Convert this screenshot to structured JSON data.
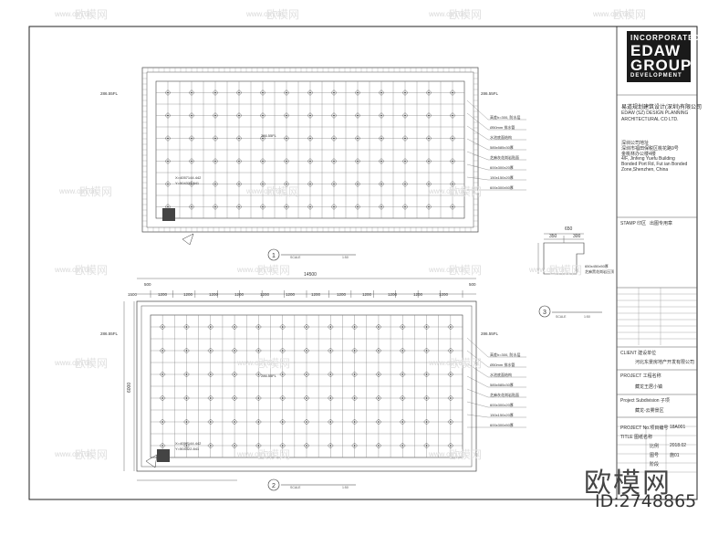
{
  "titleblock": {
    "logo_line1": "INCORPORATED",
    "logo_line2": "EDAW",
    "logo_line3": "GROUP",
    "logo_line4": "DEVELOPMENT",
    "company_cn": "易道规划建筑设计(深圳)有限公司",
    "company_en1": "EDAW (SZ) DESIGN PLANNING",
    "company_en2": "ARCHITECTURAL CO LTD.",
    "address1": "深圳公司地址",
    "address2": "深圳市福田保税区桃花路9号",
    "address3": "金桃林办公楼4楼",
    "address4": "4/F, Jinfeng Yuefu Building",
    "address5": "Bonded Port Rd, Fut ian Bonded",
    "address6": "Zone,Shenzhen, China",
    "stamp_label": "STAMP 印区",
    "stamp_value": "出图专用章",
    "client_label": "CLIENT 建设单位",
    "client_value": "河北东景房地产开发有限公司",
    "project_label": "PROJECT 工程名称",
    "project_value": "藏龙王居小镇",
    "subdiv_label": "Project Subdivision 子项",
    "subdiv_value": "藏龙-云雾景区",
    "proj_no_label": "PROJECT No.项目编号",
    "proj_no_value": "18A001",
    "title_label": "TITLE 图纸名称",
    "scale_label": "比例",
    "date_value": "2018.02",
    "sheet_label": "图号",
    "drawing_no": "施01",
    "phase_label": "阶段"
  },
  "plans": {
    "plan1_no": "1",
    "plan2_no": "2",
    "plan3_no": "3",
    "scale_text": "SCALE",
    "scale_val": "1:50",
    "level1_left": "286.55FL",
    "level1_right": "286.55FL",
    "level2_left": "286.55FL",
    "level2_right": "286.55FL",
    "center_level": "286.55FL",
    "coord_x": "X=4057144.442",
    "coord_y": "Y=504322.841",
    "coord2_x": "X=4057144.442",
    "coord2_y": "Y=504322.841",
    "overall_dim": "14500",
    "dim_1200": "1200",
    "dim_500": "500",
    "dim_1500": "1500",
    "dim_6000": "6000",
    "detail_dim1": "650",
    "detail_dim2": "350",
    "detail_dim3": "300",
    "detail_note": "650x450x50厚",
    "detail_note2": "芝麻黑花岗岩压顶",
    "notes": [
      "高差h=300, 防水层",
      "Ø50mm 排水管",
      "水池底面结构",
      "585x585x30厚",
      "芝麻灰花岗岩贴面",
      "600x300x20厚",
      "150x150x20厚",
      "600x300x50厚"
    ]
  },
  "watermarks": {
    "brand": "欧模网",
    "url": "www.om.cn",
    "id": "ID:2748865"
  }
}
